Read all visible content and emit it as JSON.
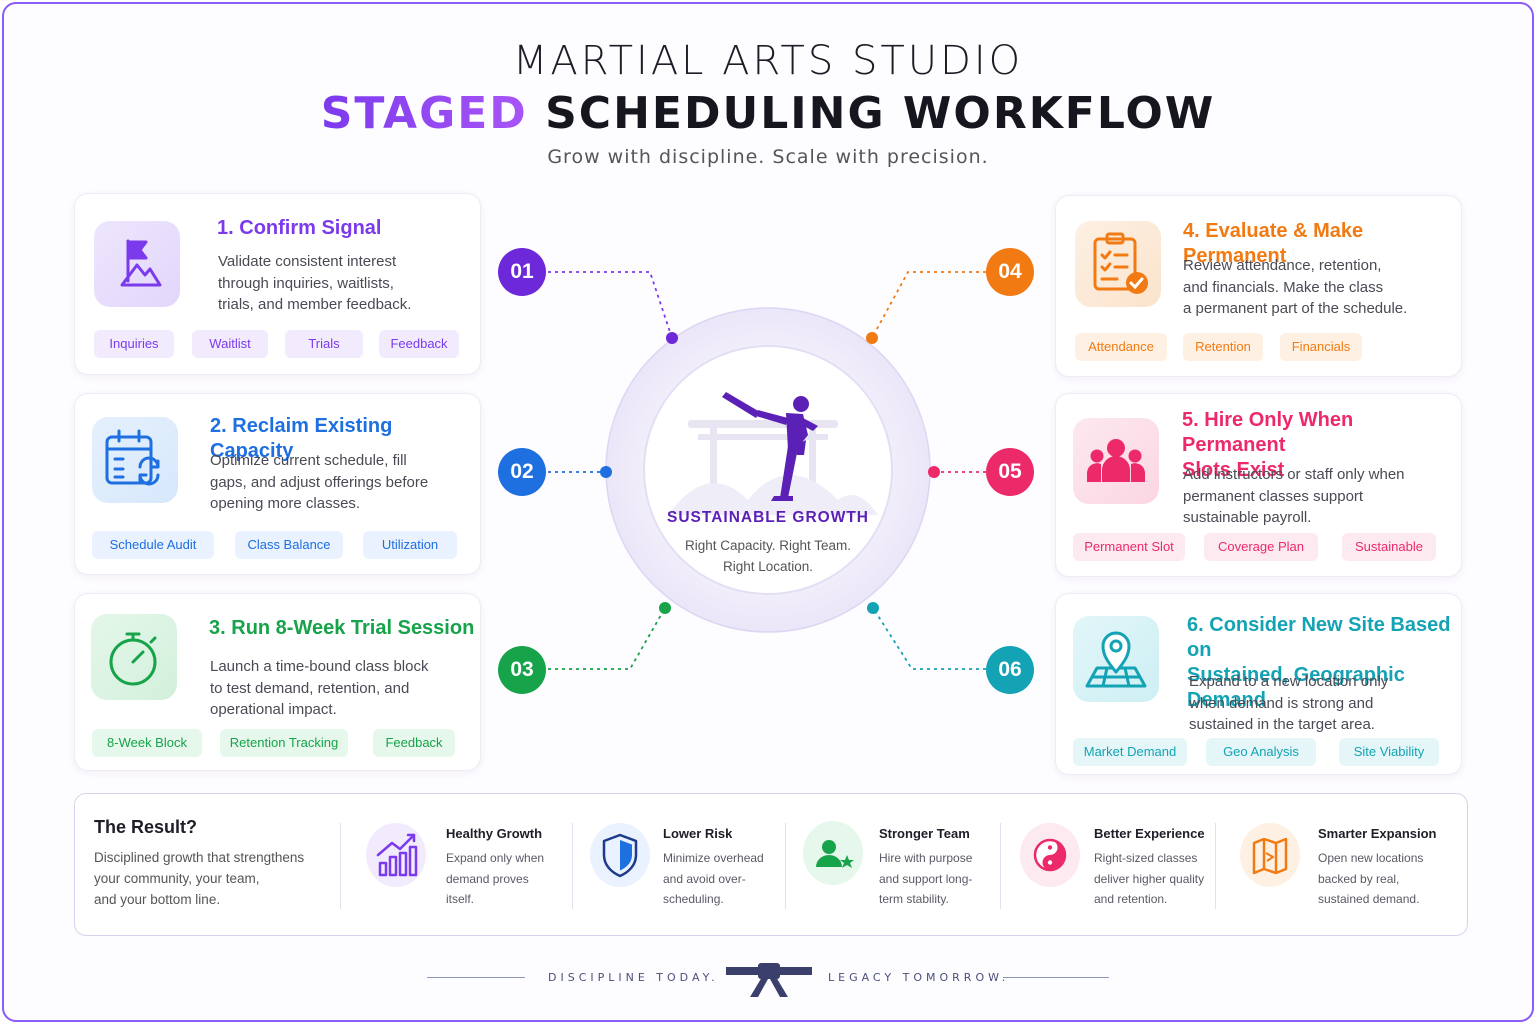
{
  "header": {
    "title_line1": "MARTIAL ARTS STUDIO",
    "title_accent": "STAGED",
    "title_rest": "SCHEDULING WORKFLOW",
    "tagline": "Grow with discipline. Scale with precision."
  },
  "colors": {
    "purple": "#7c3aed",
    "blue": "#1e6fe0",
    "green": "#16a34a",
    "orange": "#f27a12",
    "pink": "#ec2a6a",
    "teal": "#14a3b5"
  },
  "center": {
    "title": "SUSTAINABLE GROWTH",
    "line1": "Right Capacity. Right Team.",
    "line2": "Right Location."
  },
  "steps": [
    {
      "badge": "01",
      "number": "1.",
      "title": "Confirm Signal",
      "desc": [
        "Validate consistent interest",
        "through inquiries, waitlists,",
        "trials, and member feedback."
      ],
      "chips": [
        "Inquiries",
        "Waitlist",
        "Trials",
        "Feedback"
      ],
      "icon": "flag-mountain-icon"
    },
    {
      "badge": "02",
      "number": "2.",
      "title": "Reclaim Existing Capacity",
      "desc": [
        "Optimize current schedule, fill",
        "gaps, and adjust offerings before",
        "opening more classes."
      ],
      "chips": [
        "Schedule Audit",
        "Class Balance",
        "Utilization"
      ],
      "icon": "calendar-refresh-icon"
    },
    {
      "badge": "03",
      "number": "3.",
      "title": "Run 8-Week Trial Session",
      "desc": [
        "Launch a time-bound class block",
        "to test demand, retention, and",
        "operational impact."
      ],
      "chips": [
        "8-Week Block",
        "Retention Tracking",
        "Feedback"
      ],
      "icon": "stopwatch-icon"
    },
    {
      "badge": "04",
      "number": "4.",
      "title": "Evaluate & Make Permanent",
      "desc": [
        "Review attendance, retention,",
        "and financials. Make the class",
        "a permanent part of the schedule."
      ],
      "chips": [
        "Attendance",
        "Retention",
        "Financials"
      ],
      "icon": "clipboard-check-icon"
    },
    {
      "badge": "05",
      "number": "5.",
      "title_l1": "Hire Only When Permanent",
      "title_l2": "Slots Exist",
      "desc": [
        "Add instructors or staff only when",
        "permanent classes support",
        "sustainable payroll."
      ],
      "chips": [
        "Permanent Slot",
        "Coverage Plan",
        "Sustainable"
      ],
      "icon": "team-icon"
    },
    {
      "badge": "06",
      "number": "6.",
      "title_l1": "Consider New Site Based on",
      "title_l2": "Sustained, Geographic Demand",
      "desc": [
        "Expand to a new location only",
        "when demand is strong and",
        "sustained in the target area."
      ],
      "chips": [
        "Market Demand",
        "Geo Analysis",
        "Site Viability"
      ],
      "icon": "map-pin-icon"
    }
  ],
  "result": {
    "title": "The Result?",
    "desc": [
      "Disciplined growth that strengthens",
      "your community, your team,",
      "and your bottom line."
    ],
    "items": [
      {
        "title": "Healthy Growth",
        "desc": [
          "Expand only when",
          "demand proves",
          "itself."
        ],
        "icon": "growth-chart-icon"
      },
      {
        "title": "Lower Risk",
        "desc": [
          "Minimize overhead",
          "and avoid over-",
          "scheduling."
        ],
        "icon": "shield-icon"
      },
      {
        "title": "Stronger Team",
        "desc": [
          "Hire with purpose",
          "and support long-",
          "term stability."
        ],
        "icon": "user-star-icon"
      },
      {
        "title": "Better Experience",
        "desc": [
          "Right-sized classes",
          "deliver higher quality",
          "and retention."
        ],
        "icon": "yin-yang-icon"
      },
      {
        "title": "Smarter Expansion",
        "desc": [
          "Open new locations",
          "backed by real,",
          "sustained demand."
        ],
        "icon": "folded-map-icon"
      }
    ]
  },
  "footer": {
    "left": "DISCIPLINE TODAY.",
    "right": "LEGACY TOMORROW.",
    "icon": "black-belt-icon"
  }
}
